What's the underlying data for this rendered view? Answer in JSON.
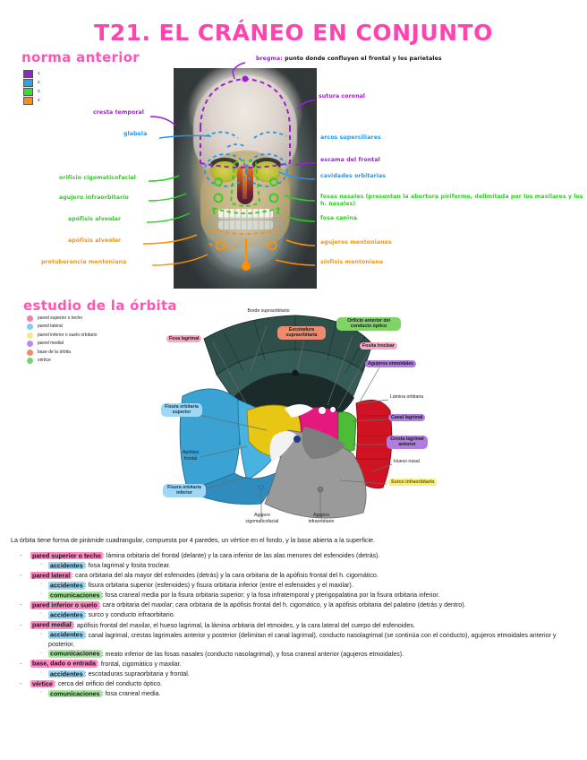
{
  "document": {
    "title": "T21. EL CRÁNEO EN CONJUNTO"
  },
  "section_norma": {
    "heading": "norma anterior",
    "legend": [
      {
        "label": "1",
        "color": "#8e23d6",
        "shape": "square"
      },
      {
        "label": "2",
        "color": "#29a8e0",
        "shape": "square"
      },
      {
        "label": "3",
        "color": "#3ddb2e",
        "shape": "square"
      },
      {
        "label": "4",
        "color": "#ff9100",
        "shape": "square"
      }
    ],
    "callouts": {
      "bregma_term": "bregma:",
      "bregma_desc": "punto donde confluyen el frontal y los parietales",
      "sutura_coronal": "sutura coronal",
      "cresta_temporal": "cresta temporal",
      "glabela": "glabela",
      "arcos_superciliares": "arcos superciliares",
      "escama_frontal": "escama del frontal",
      "cavidades_orbitarias": "cavidades orbitarias",
      "orificio_cigomaticofacial": "orificio cigomaticofacial",
      "agujero_infraorbitario": "agujero infraorbitario",
      "apofisis_alveolar_sup": "apófisis alveolar",
      "apofisis_alveolar_inf": "apófisis alveolar",
      "protuberancia_mentoniana": "protuberancia mentoniana",
      "fosas_nasales": "fosas nasales (presentan la abertura piriforme, delimitada por los maxilares y los h. nasales)",
      "fosa_canina": "fosa canina",
      "agujeros_mentonianos": "agujeros mentonianos",
      "sinfisis_mentoniana": "sínfisis mentoniana"
    }
  },
  "section_orbita": {
    "heading": "estudio de la órbita",
    "legend": [
      {
        "label": "pared superior o techo",
        "color": "#ef7fb4",
        "shape": "dot"
      },
      {
        "label": "pared lateral",
        "color": "#7fd0ef",
        "shape": "dot"
      },
      {
        "label": "pared inferior o suelo orbitario",
        "color": "#f3ea8c",
        "shape": "dot"
      },
      {
        "label": "pared medial",
        "color": "#b98ae6",
        "shape": "dot"
      },
      {
        "label": "base de la órbita",
        "color": "#ef8a6a",
        "shape": "dot"
      },
      {
        "label": "vértice",
        "color": "#6fd86a",
        "shape": "dot"
      }
    ],
    "figure_labels": {
      "borde_supraorbitario": "Borde supraorbitario",
      "escotadura_supraorbitaria": "Escotadura supraorbitaria",
      "orificio_anterior": "Orificio anterior del conducto óptico",
      "fosita_troclear": "Fosita troclear",
      "agujeros_etmoidales": "Agujeros etmoidales",
      "fosa_lagrimal": "Fosa lagrimal",
      "lamina_orbitaria": "Lámina orbitaria",
      "canal_lagrimal": "Canal lagrimal",
      "cresta_lagrimal_anterior": "Cresta lagrimal anterior",
      "hueso_nasal": "Hueso nasal",
      "surco_infraorbitario": "Surco infraorbitario",
      "fisura_orbitaria_superior": "Fisura orbitaria superior",
      "apofisis_frontal": "Apófisis frontal",
      "fisura_orbitaria_inferior": "Fisura orbitaria inferior",
      "agujero_cigomaticofacial": "Agujero cigomaticofacial",
      "agujero_infraorbitario": "Agujero infraorbitario"
    }
  },
  "body": {
    "intro": "La órbita tiene forma de pirámide cuadrangular, compuesta por 4 paredes, un vértice en el fondo, y la base abierta a la superficie.",
    "items": [
      {
        "tag": "pared superior o techo",
        "tag_color": "pink",
        "text": ": lámina orbitaria del frontal (delante) y la cara inferior de las alas menores del esfenoides (detrás).",
        "subs": [
          {
            "tag": "accidentes",
            "tag_color": "blue",
            "text": ": fosa lagrimal y fosita troclear."
          }
        ]
      },
      {
        "tag": "pared lateral",
        "tag_color": "pink",
        "text": ": cara orbitaria del ala mayor del esfenoides (detrás) y la cara orbitaria de la apófisis frontal del h. cigomático.",
        "subs": [
          {
            "tag": "accidentes",
            "tag_color": "blue",
            "text": ": fisura orbitaria superior (esfenoides) y fisura orbitaria inferior (entre el esfenoides y el maxilar)."
          },
          {
            "tag": "comunicaciones",
            "tag_color": "green",
            "text": ": fosa craneal media por la fisura orbitaria superior; y la fosa infratemporal y pterigopalatina por la fisura orbitaria inferior."
          }
        ]
      },
      {
        "tag": "pared inferior o suelo",
        "tag_color": "pink",
        "text": ": cara orbitaria del maxilar; cara orbitaria de la apófisis frontal del h. cigomático, y la apófisis orbitaria del palatino (detrás y dentro).",
        "subs": [
          {
            "tag": "accidentes",
            "tag_color": "blue",
            "text": ": surco y conducto infraorbitario."
          }
        ]
      },
      {
        "tag": "pared medial",
        "tag_color": "pink",
        "text": ": apófisis frontal del maxilar, el hueso lagrimal, la lámina orbitaria del etmoides, y la cara lateral del cuerpo del esfenoides.",
        "subs": [
          {
            "tag": "accidentes",
            "tag_color": "blue",
            "text": ": canal lagrimal, crestas lagrimales anterior y posterior (delimitan el canal lagrimal), conducto nasolagrimal (se continúa con el conducto), agujeros etmoidales anterior y posterior."
          },
          {
            "tag": "comunicaciones",
            "tag_color": "green",
            "text": ": meato inferior de las fosas nasales (conducto nasolagrimal), y fosa craneal anterior (agujeros etmoidales)."
          }
        ]
      },
      {
        "tag": "base, dado o entrada",
        "tag_color": "pink",
        "text": ": frontal, cigomático y maxilar.",
        "subs": [
          {
            "tag": "accidentes",
            "tag_color": "blue",
            "text": ": escotaduras supraorbitaria y frontal."
          }
        ]
      },
      {
        "tag": "vértice",
        "tag_color": "pink",
        "text": ": cerca del orificio del conducto óptico.",
        "subs": [
          {
            "tag": "comunicaciones",
            "tag_color": "green",
            "text": ": fosa craneal media."
          }
        ]
      }
    ]
  }
}
